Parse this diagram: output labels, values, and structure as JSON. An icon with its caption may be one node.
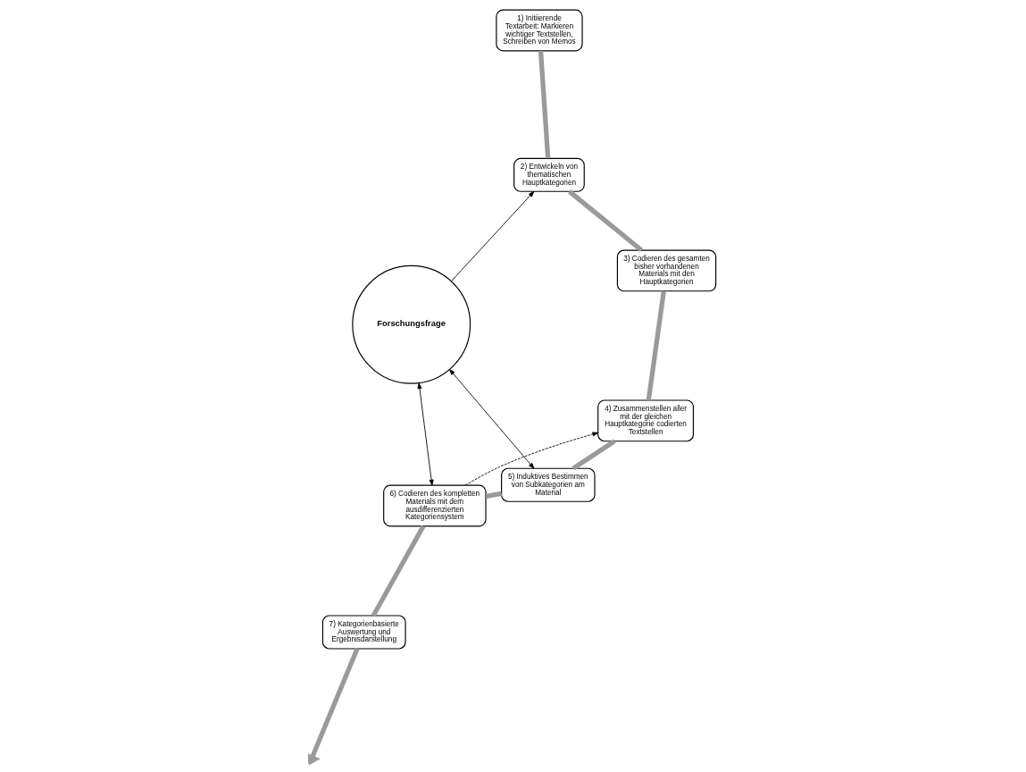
{
  "diagram": {
    "nodes": [
      {
        "text": [
          "Forschungsfrage"
        ]
      },
      {
        "text": [
          "1) Initiierende Textarbeit: Markieren wichtiger Textstellen, Schreiben von Memos"
        ]
      },
      {
        "text": [
          "2) Entwickeln von thematischen Hauptkategorien"
        ]
      },
      {
        "text": [
          "3) Codieren des gesamten bisher vorhandenen Materials mit den Hauptkategorien"
        ]
      },
      {
        "text": [
          "4) Zusammenstellen aller mit der gleichen Hauptkategorie codierten Textstellen"
        ]
      },
      {
        "text": [
          "5) Induktives Bestimmen von Subkategorien am Material"
        ]
      },
      {
        "text": [
          "6) Codieren des kompletten Materials mit dem ausdifferenzierten Kategoriensystem"
        ]
      },
      {
        "text": [
          "7) Kategorienbasierte Auswertung und Ergebnisdarstellung"
        ]
      }
    ],
    "edges": [
      {
        "from": 0,
        "to": 2,
        "arrow": "to",
        "color": "#000000"
      },
      {
        "from": 0,
        "to": 6,
        "arrow": "both",
        "color": "#000000"
      },
      {
        "from": 0,
        "to": 5,
        "arrow": "both",
        "color": "#000000"
      },
      {
        "from": 6,
        "to": 4,
        "arrow": "to",
        "style": "dashed",
        "color": "#000000"
      },
      {
        "from": 1,
        "to": 2,
        "arrow": "none"
      },
      {
        "from": 2,
        "to": 3,
        "arrow": "none"
      },
      {
        "from": 3,
        "to": 4,
        "arrow": "none"
      },
      {
        "from": 4,
        "to": 5,
        "arrow": "none"
      },
      {
        "from": 5,
        "to": 6,
        "arrow": "none"
      },
      {
        "from": 6,
        "to": 7,
        "arrow": "none"
      },
      {
        "from": 7,
        "to": null,
        "arrow": "to"
      }
    ]
  }
}
